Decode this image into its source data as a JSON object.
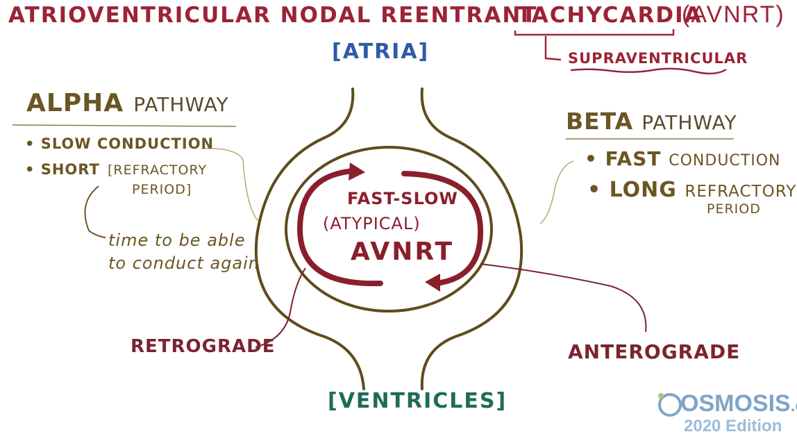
{
  "title": "ATRIOVENTRICULAR NODAL REENTRANT",
  "title_tach": "TACHYCARDIA",
  "title_abbr": "(AVNRT)",
  "subtitle": "SUPRAVENTRICULAR",
  "atria": "[ATRIA]",
  "ventricles": "[VENTRICLES]",
  "alpha": {
    "name": "ALPHA",
    "pathway": "PATHWAY",
    "item1": "• SLOW CONDUCTION",
    "item2": "• SHORT",
    "item2_refractory": "[REFRACTORY",
    "item2_period": "PERIOD]",
    "note": "time to be able to conduct again"
  },
  "beta": {
    "name": "BETA",
    "pathway": "PATHWAY",
    "item1_bold": "• FAST",
    "item1_rest": "CONDUCTION",
    "item2_bold": "• LONG",
    "item2_rest": "REFRACTORY",
    "item2_period": "PERIOD"
  },
  "center": {
    "line1": "FAST-SLOW",
    "line2": "(ATYPICAL)",
    "line3": "AVNRT"
  },
  "retrograde": "RETROGRADE",
  "anterograde": "ANTEROGRADE",
  "logo": {
    "name": "OSMOSIS",
    "tld": ".org",
    "edition": "2020 Edition"
  },
  "colors": {
    "title_red": "#9b2335",
    "atria_blue": "#2f5aa8",
    "ventricles_green": "#1f6b5a",
    "pathway_brown": "#6b5523",
    "loop_red": "#8a1f2c",
    "logo_blue": "#7fa4c6"
  }
}
